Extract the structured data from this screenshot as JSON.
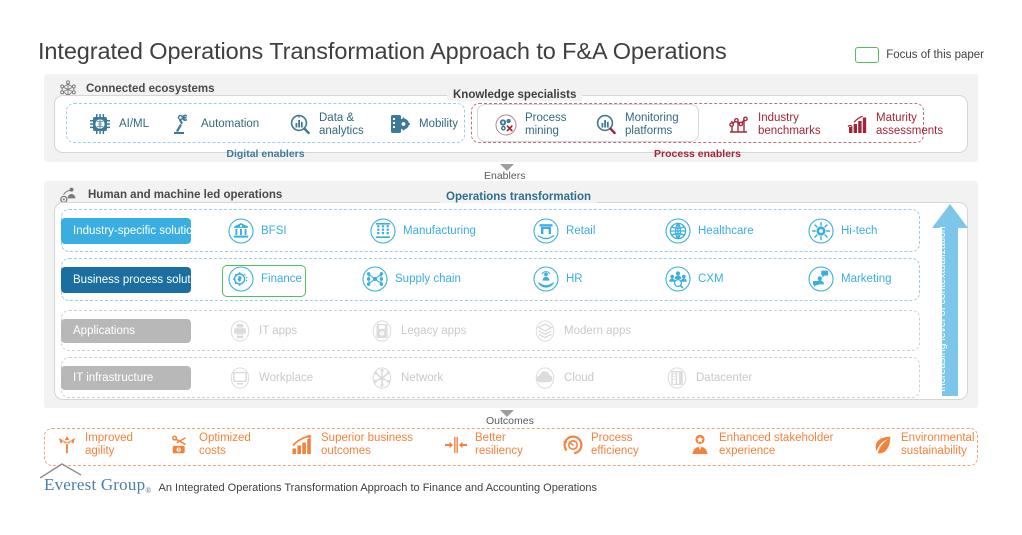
{
  "title": "Integrated Operations Transformation Approach to F&A Operations",
  "legend": {
    "focus_label": "Focus of this paper",
    "focus_color": "#4fbf5f"
  },
  "enablers_section": {
    "header": "Connected ecosystems",
    "header_icon": "network-nodes-icon",
    "banner": "Knowledge specialists",
    "digital_group_label": "Digital enablers",
    "process_group_label": "Process enablers",
    "digital": [
      {
        "label": "AI/ML",
        "icon": "chip-brain-icon"
      },
      {
        "label": "Automation",
        "icon": "robot-arm-icon"
      },
      {
        "label": "Data &\nanalytics",
        "icon": "bar-chart-magnifier-icon"
      },
      {
        "label": "Mobility",
        "icon": "mobile-gear-icon"
      }
    ],
    "knowledge_teal": [
      {
        "label": "Process\nmining",
        "icon": "process-mining-icon"
      },
      {
        "label": "Monitoring\nplatforms",
        "icon": "monitoring-magnifier-icon"
      }
    ],
    "knowledge_red": [
      {
        "label": "Industry\nbenchmarks",
        "icon": "benchmark-line-chart-icon"
      },
      {
        "label": "Maturity\nassessments",
        "icon": "maturity-bar-chart-icon"
      }
    ]
  },
  "connector_enablers": "Enablers",
  "connector_outcomes": "Outcomes",
  "operations_section": {
    "header": "Human and machine led operations",
    "header_icon": "human-machine-icon",
    "banner": "Operations transformation",
    "ctx_arrow_label": "Increasing level of contextualization",
    "rows": [
      {
        "pill": "Industry-specific solutions",
        "pill_style": "light",
        "items": [
          {
            "label": "BFSI",
            "icon": "bank-icon"
          },
          {
            "label": "Manufacturing",
            "icon": "factory-icon"
          },
          {
            "label": "Retail",
            "icon": "retail-store-icon"
          },
          {
            "label": "Healthcare",
            "icon": "globe-health-icon"
          },
          {
            "label": "Hi-tech",
            "icon": "hitech-chip-icon"
          }
        ]
      },
      {
        "pill": "Business process solutions",
        "pill_style": "dark",
        "items": [
          {
            "label": "Finance",
            "icon": "finance-gear-dollar-icon",
            "focus": true
          },
          {
            "label": "Supply chain",
            "icon": "supply-chain-nodes-icon"
          },
          {
            "label": "HR",
            "icon": "hr-person-hand-icon"
          },
          {
            "label": "CXM",
            "icon": "cxm-people-icon"
          },
          {
            "label": "Marketing",
            "icon": "marketing-megaphone-icon"
          }
        ]
      },
      {
        "pill": "Applications",
        "pill_style": "grey",
        "items": [
          {
            "label": "IT apps",
            "icon": "it-apps-icon"
          },
          {
            "label": "Legacy apps",
            "icon": "legacy-apps-icon"
          },
          {
            "label": "Modern apps",
            "icon": "modern-apps-layers-icon"
          }
        ]
      },
      {
        "pill": "IT infrastructure",
        "pill_style": "grey",
        "items": [
          {
            "label": "Workplace",
            "icon": "monitor-icon"
          },
          {
            "label": "Network",
            "icon": "network-star-icon"
          },
          {
            "label": "Cloud",
            "icon": "cloud-icon"
          },
          {
            "label": "Datacenter",
            "icon": "datacenter-rack-icon"
          }
        ]
      }
    ]
  },
  "outcomes": [
    {
      "label": "Improved\nagility",
      "icon": "agility-arrows-icon"
    },
    {
      "label": "Optimized\ncosts",
      "icon": "cost-scissors-money-icon"
    },
    {
      "label": "Superior business\noutcomes",
      "icon": "growth-bars-icon"
    },
    {
      "label": "Better\nresiliency",
      "icon": "resiliency-arrows-icon"
    },
    {
      "label": "Process\nefficiency",
      "icon": "efficiency-dial-icon"
    },
    {
      "label": "Enhanced stakeholder\nexperience",
      "icon": "stakeholder-badge-icon"
    },
    {
      "label": "Environmental\nsustainability",
      "icon": "leaf-icon"
    }
  ],
  "footer": {
    "brand": "Everest Group",
    "brand_mark": "®",
    "text": "An Integrated Operations Transformation Approach to Finance and Accounting Operations"
  }
}
